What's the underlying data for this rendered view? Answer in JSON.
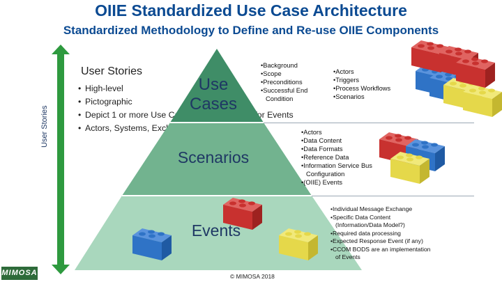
{
  "header": {
    "title": "OIIE Standardized Use Case Architecture",
    "subtitle": "Standardized Methodology to Define and Re-use OIIE Components"
  },
  "side_label": "User Stories",
  "user_stories": {
    "heading": "User Stories",
    "bullets": [
      "High-level",
      "Pictographic",
      "Depict 1 or more Use Cases, Scenarios, and/or Events",
      "Actors, Systems, Exchanges, Data"
    ]
  },
  "pyramid": {
    "tiers": [
      "Use Cases",
      "Scenarios",
      "Events"
    ],
    "colors": {
      "top": "#3f8d67",
      "middle": "#72b38f",
      "bottom": "#a9d7bd"
    }
  },
  "use_cases_details": {
    "left": [
      "Background",
      "Scope",
      "Preconditions",
      "Successful End Condition"
    ],
    "right": [
      "Actors",
      "Triggers",
      "Process Workflows",
      "Scenarios"
    ]
  },
  "scenarios_details": [
    "Actors",
    "Data Content",
    "Data Formats",
    "Reference Data",
    "Information Service Bus Configuration",
    "(OIIE) Events"
  ],
  "events_details": [
    "Individual Message Exchange",
    "Specific Data Content (Information/Data Model?)",
    "Required data processing",
    "Expected Response Event (if any)",
    "CCOM BODS are an implementation of Events"
  ],
  "footer": {
    "copyright": "© MIMOSA 2018",
    "logo_text": "MIMOSA"
  },
  "colors": {
    "title": "#0b4a92",
    "arrow": "#2e9a3f",
    "brick_red": "#c8312f",
    "brick_blue": "#2f73c6",
    "brick_yellow": "#e5d84a"
  }
}
